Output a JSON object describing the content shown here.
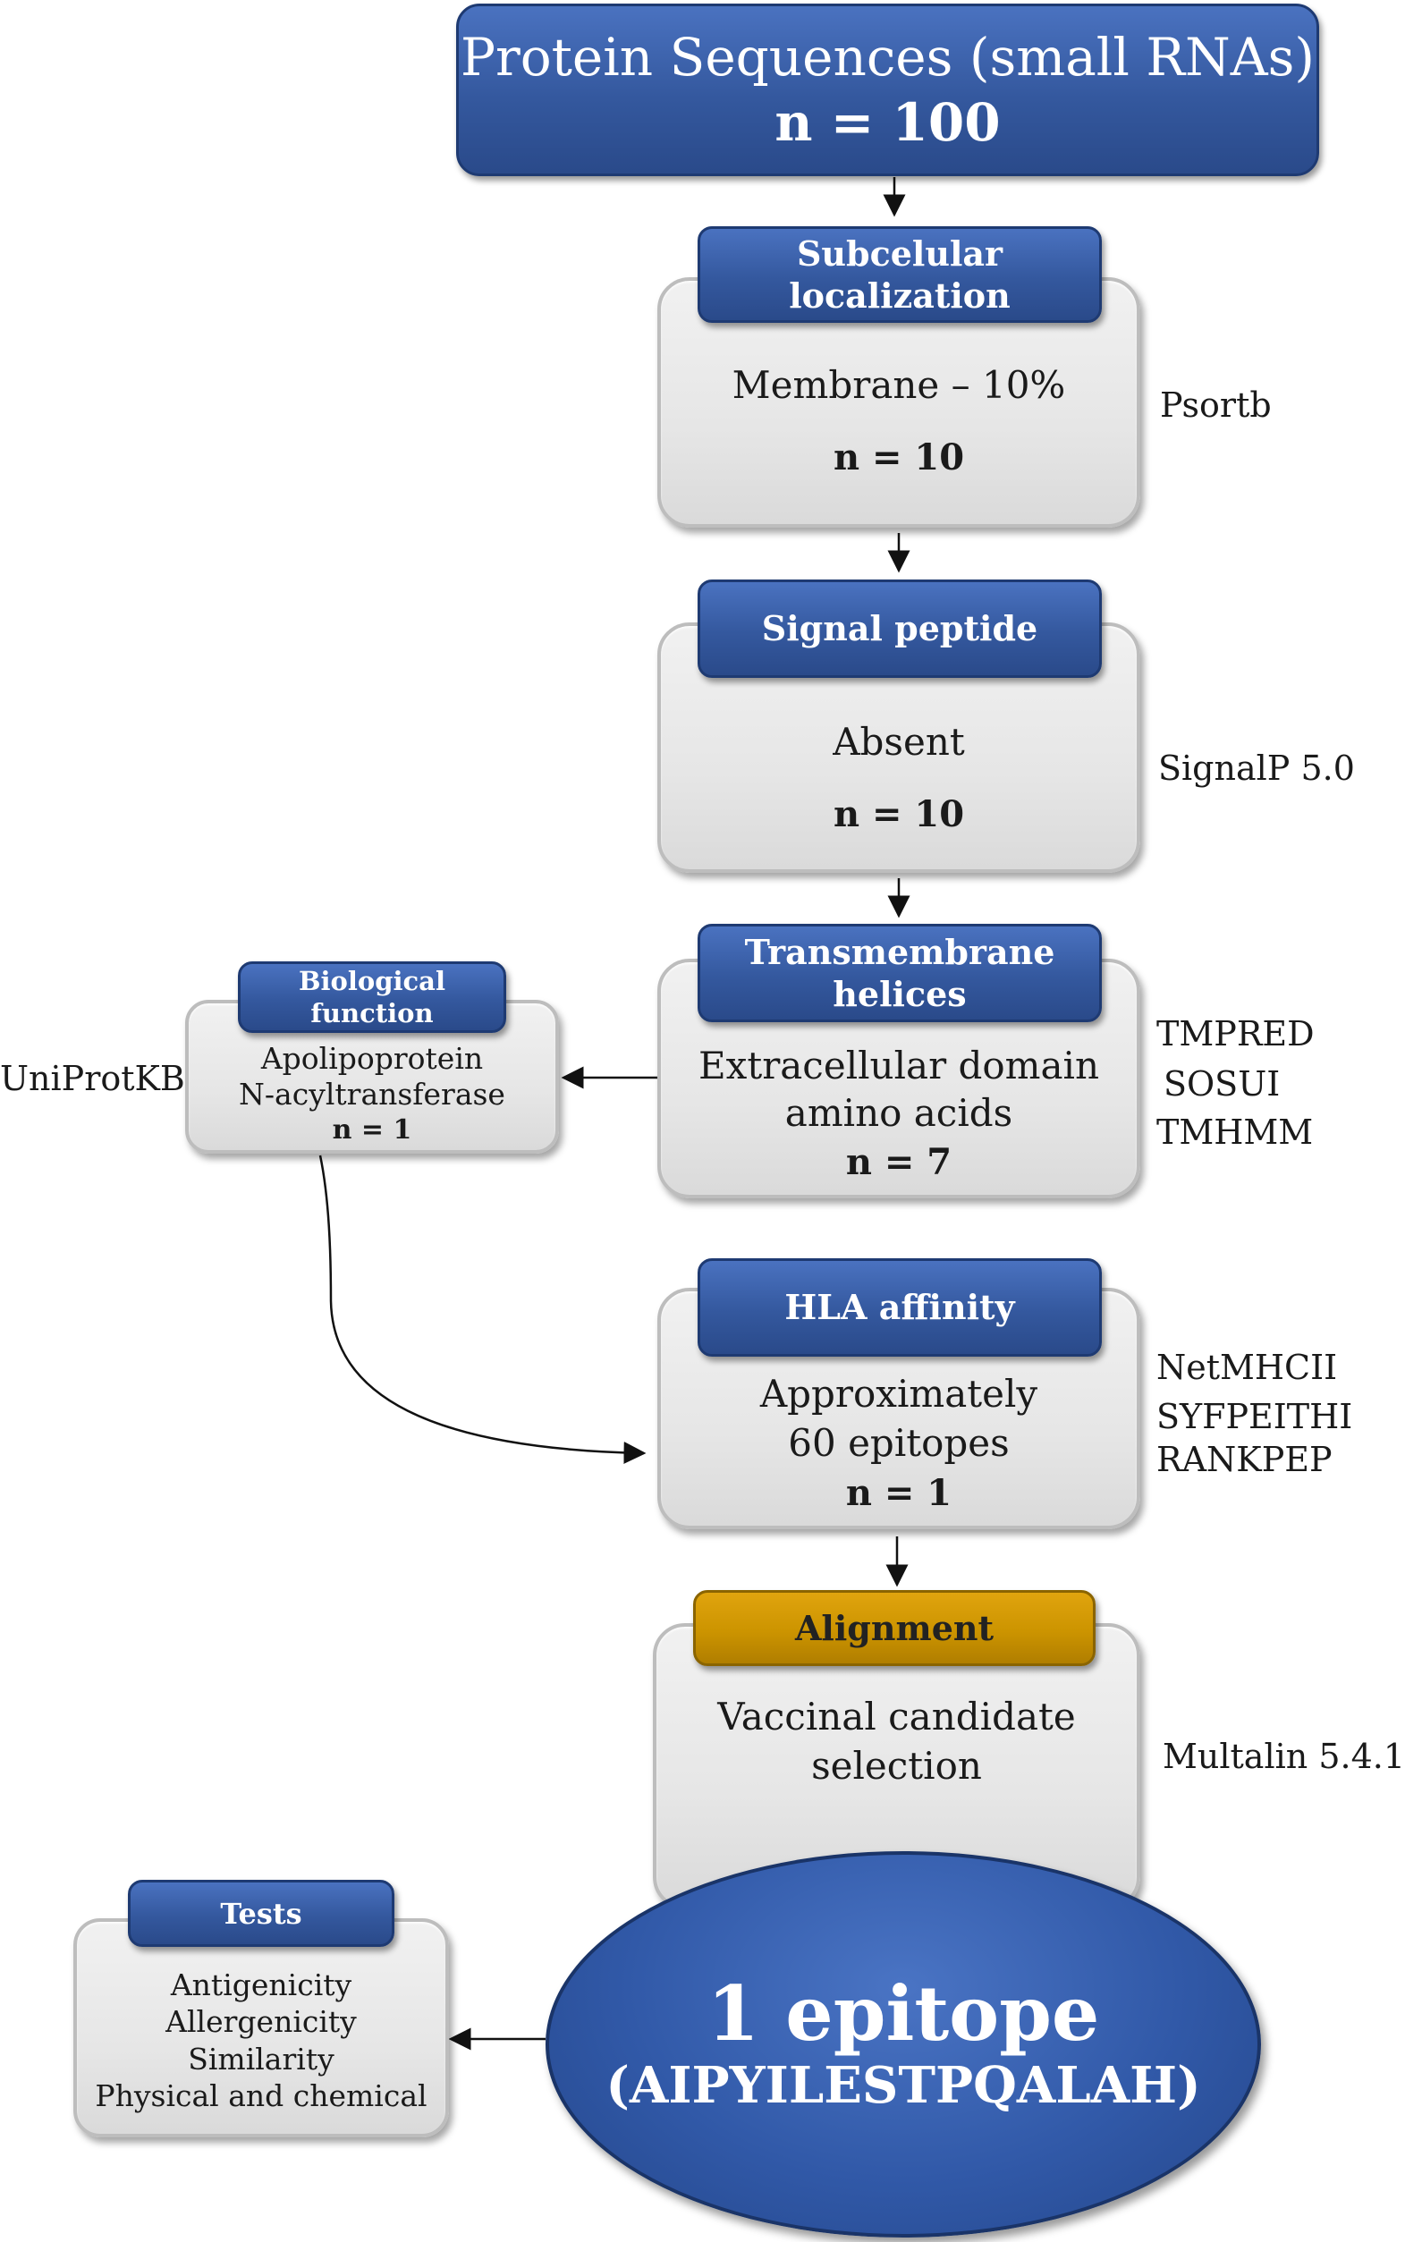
{
  "top": {
    "title": "Protein Sequences (small RNAs)",
    "count": "n = 100"
  },
  "subcellular": {
    "header_line1": "Subcelular",
    "header_line2": "localization",
    "body": "Membrane – 10%",
    "count": "n = 10",
    "tool": "Psortb"
  },
  "signal": {
    "header": "Signal peptide",
    "body": "Absent",
    "count": "n = 10",
    "tool": "SignalP 5.0"
  },
  "transmembrane": {
    "header_line1": "Transmembrane",
    "header_line2": "helices",
    "body_line1": "Extracellular domain",
    "body_line2": "amino acids",
    "count": "n = 7",
    "tools": [
      "TMPRED",
      "SOSUI",
      "TMHMM"
    ]
  },
  "biological": {
    "header": "Biological function",
    "body_line1": "Apolipoprotein",
    "body_line2": "N-acyltransferase",
    "count": "n = 1",
    "tool": "UniProtKB"
  },
  "hla": {
    "header": "HLA affinity",
    "body_line1": "Approximately",
    "body_line2": "60 epitopes",
    "count": "n = 1",
    "tools": [
      "NetMHCII",
      "SYFPEITHI",
      "RANKPEP"
    ]
  },
  "alignment": {
    "header": "Alignment",
    "body_line1": "Vaccinal candidate",
    "body_line2": "selection",
    "tool": "Multalin 5.4.1"
  },
  "result": {
    "line1": "1 epitope",
    "line2": "(AIPYILESTPQALAH)"
  },
  "tests": {
    "header": "Tests",
    "items": [
      "Antigenicity",
      "Allergenicity",
      "Similarity",
      "Physical and chemical"
    ]
  }
}
